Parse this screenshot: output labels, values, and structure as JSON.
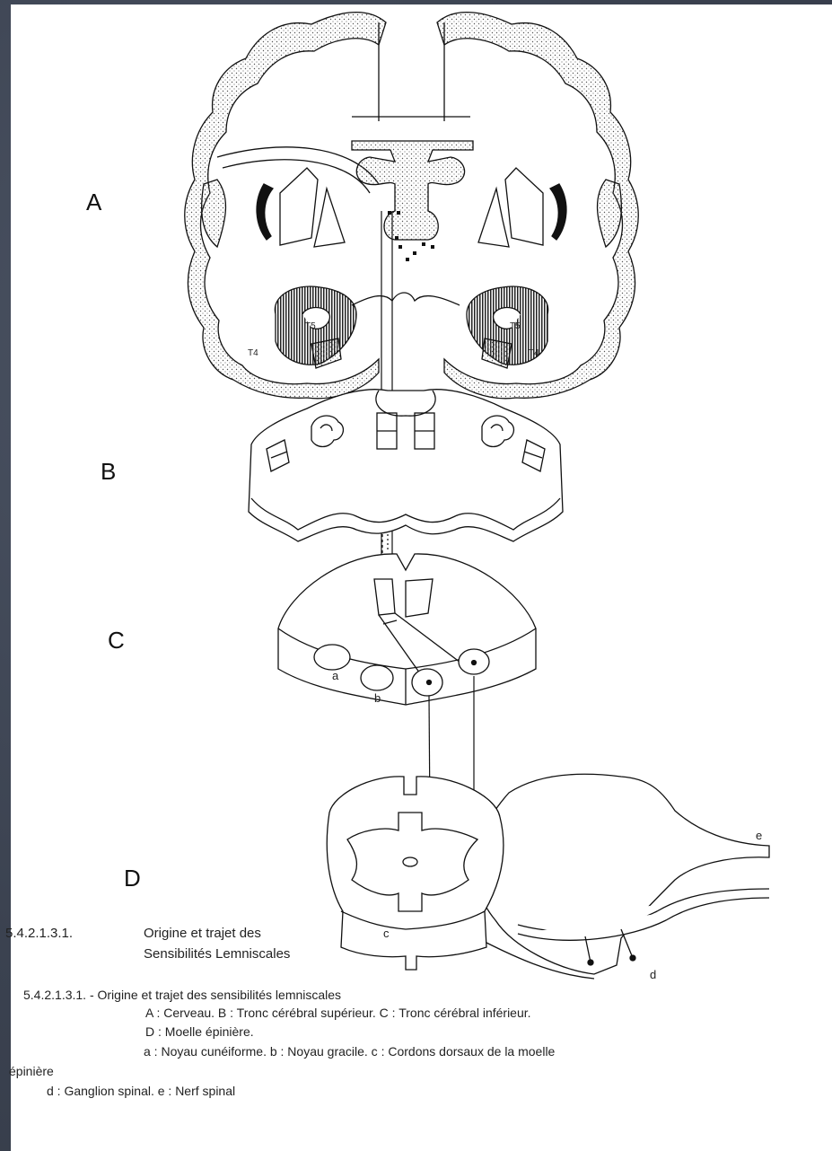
{
  "diagram": {
    "labels": {
      "A": "A",
      "B": "B",
      "C": "C",
      "D": "D",
      "a": "a",
      "b": "b",
      "c": "c",
      "d": "d",
      "e": "e",
      "T5_left": "T5",
      "T4_left": "T4",
      "T5_right": "T5",
      "T4_right": "T4"
    }
  },
  "caption": {
    "number": "5.4.2.1.3.1.",
    "title_line1": "Origine et trajet des",
    "title_line2": "Sensibilités  Lemniscales"
  },
  "legend": {
    "line1": "5.4.2.1.3.1. - Origine et trajet des sensibilités lemniscales",
    "line2": "A : Cerveau.  B : Tronc cérébral supérieur.  C : Tronc cérébral inférieur.",
    "line3": "D : Moelle épinière.",
    "line4": "a : Noyau cunéiforme.  b : Noyau gracile.  c : Cordons dorsaux de la moelle",
    "line5": "épinière",
    "line6": "d : Ganglion spinal.  e : Nerf spinal"
  }
}
